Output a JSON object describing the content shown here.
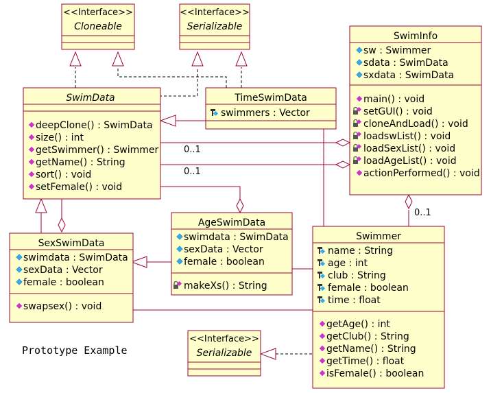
{
  "caption": "Prototype Example",
  "classes": {
    "cloneable": {
      "stereotype": "<<Interface>>",
      "name": "Cloneable"
    },
    "serializable_top": {
      "stereotype": "<<Interface>>",
      "name": "Serializable"
    },
    "serializable_bottom": {
      "stereotype": "<<Interface>>",
      "name": "Serializable"
    },
    "swimdata": {
      "name": "SwimData",
      "methods": [
        "deepClone() : SwimData",
        "size() : int",
        "getSwimmer() : Swimmer",
        "getName() : String",
        "sort() : void",
        "setFemale() : void"
      ]
    },
    "timeswimdata": {
      "name": "TimeSwimData",
      "attributes": [
        "swimmers : Vector"
      ]
    },
    "swiminfo": {
      "name": "SwimInfo",
      "attributes": [
        "sw : Swimmer",
        "sdata : SwimData",
        "sxdata : SwimData"
      ],
      "methods": [
        "main() : void",
        "setGUI() : void",
        "cloneAndLoad() : void",
        "loadswList() : void",
        "loadSexList() : void",
        "loadAgeList() : void",
        "actionPerformed() : void"
      ]
    },
    "ageswimdata": {
      "name": "AgeSwimData",
      "attributes": [
        "swimdata : SwimData",
        "sexData : Vector",
        "female : boolean"
      ],
      "methods": [
        "makeXs() : String"
      ]
    },
    "sexswimdata": {
      "name": "SexSwimData",
      "attributes": [
        "swimdata : SwimData",
        "sexData : Vector",
        "female : boolean"
      ],
      "methods": [
        "swapsex() : void"
      ]
    },
    "swimmer": {
      "name": "Swimmer",
      "attributes": [
        "name : String",
        "age : int",
        "club : String",
        "female : boolean",
        "time : float"
      ],
      "methods": [
        "getAge() : int",
        "getClub() : String",
        "getName() : String",
        "getTime() : float",
        "isFemale() : boolean"
      ]
    }
  },
  "multiplicities": {
    "m1": "0..1",
    "m2": "0..1",
    "m3": "0..1"
  }
}
